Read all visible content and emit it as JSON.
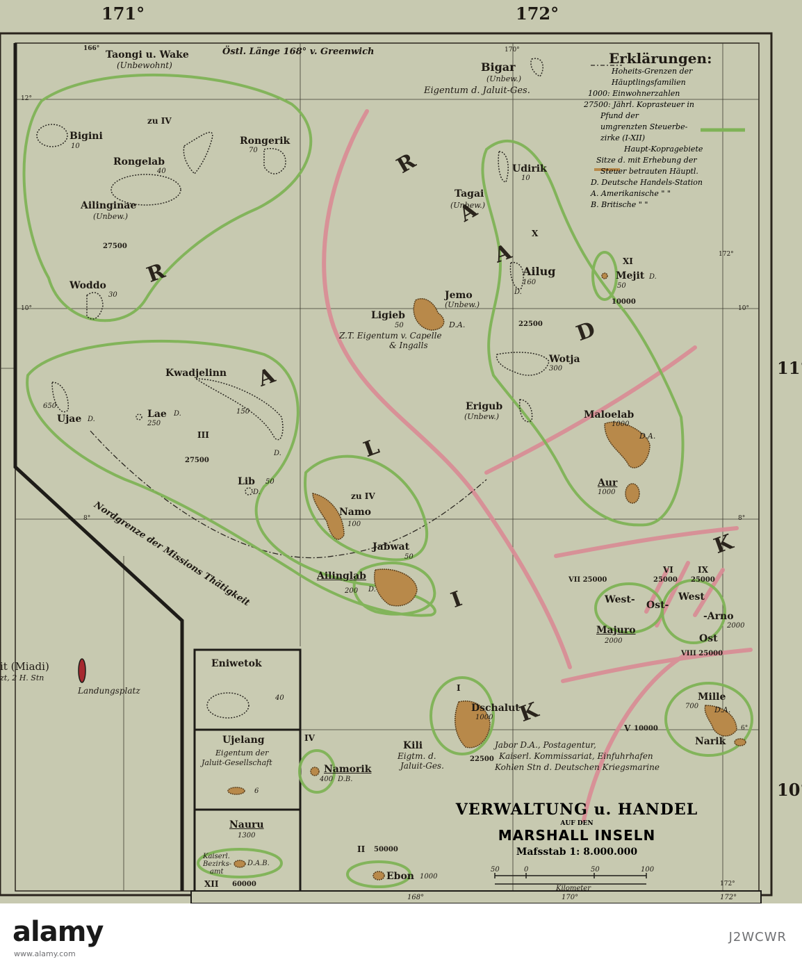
{
  "degrees": {
    "top_left": "171°",
    "top_right": "172°",
    "right_mid": "11°",
    "right_low": "10°"
  },
  "top_header": {
    "corner_lon": "166°",
    "taongi": "Taongi u. Wake",
    "taongi_note": "(Unbewohnt)",
    "ostl": "Östl. Länge 168° v. Greenwich",
    "lon170": "170°"
  },
  "lat_marks": {
    "a": "12°",
    "b": "10°",
    "c": "8°",
    "d": "10°",
    "e": "8°",
    "f": "6°",
    "g": "172°",
    "h": "172°"
  },
  "zones": {
    "r1": "R",
    "a1": "A",
    "l1": "L",
    "i1": "I",
    "k1": "K",
    "r2": "R",
    "a2": "A",
    "d2": "D",
    "a3": "A",
    "k2": "K",
    "x": "X",
    "zu4a": "zu IV",
    "zu4b": "zu IV",
    "iii": "III"
  },
  "islands": {
    "bigini": "Bigini",
    "bigini_n": "10",
    "rongelab": "Rongelab",
    "rongelab_n": "40",
    "rongerik": "Rongerik",
    "rongerik_n": "70",
    "ailinginae": "Ailinginae",
    "ailinginae_n": "(Unbew.)",
    "k27500a": "27500",
    "woddo": "Woddo",
    "woddo_n": "30",
    "bigar": "Bigar",
    "bigar_n": "(Unbew.)",
    "bigar_owner": "Eigentum d. Jaluit-Ges.",
    "udirik": "Udirik",
    "udirik_n": "10",
    "tagai": "Tagai",
    "tagai_n": "(Unbew.)",
    "ailug": "Ailug",
    "ailug_n": "160",
    "ailug_d": "D.",
    "xi": "XI",
    "mejit": "Mejit",
    "mejit_n": "50",
    "mejit_d": "D.",
    "k10000": "10000",
    "jemo": "Jemo",
    "jemo_n": "(Unbew.)",
    "ligieb": "Ligieb",
    "ligieb_n": "50",
    "ligieb_da": "D.A.",
    "ligieb_owner": "Z.T. Eigentum v. Capelle",
    "ligieb_owner2": "& Ingalls",
    "k22500a": "22500",
    "wotja": "Wotja",
    "wotja_n": "300",
    "kwadjelinn": "Kwadjelinn",
    "kwadjelinn_n": "150",
    "kwadjelinn_d": "D.",
    "ujae": "Ujae",
    "ujae_n": "650",
    "ujae_d": "D.",
    "lae": "Lae",
    "lae_n": "250",
    "lae_d": "D.",
    "k27500b": "27500",
    "lib": "Lib",
    "lib_n": "50",
    "lib_d": "D.",
    "erigub": "Erigub",
    "erigub_n": "(Unbew.)",
    "maloelab": "Maloelab",
    "maloelab_n": "1000",
    "maloelab_da": "D.A.",
    "aur": "Aur",
    "aur_n": "1000",
    "namo": "Namo",
    "namo_n": "100",
    "jabwat": "Jabwat",
    "jabwat_n": "50",
    "ailinglab": "Ailinglab",
    "ailinglab_n": "200",
    "ailinglab_d": "D.",
    "mission_line": "Nordgrenze der Missions Thätigkeit",
    "vii": "VII 25000",
    "vi": "VI",
    "vi_n": "25000",
    "ix": "IX",
    "ix_n": "25000",
    "west1": "West-",
    "ost1": "Ost-",
    "majuro": "Majuro",
    "majuro_n": "2000",
    "west2": "West",
    "arno": "-Arno",
    "arno_n": "2000",
    "ost2": "Ost",
    "viii": "VIII 25000",
    "miadi": "it (Miadi)",
    "miadi_sub": "zt, 2 H. Stn",
    "landungsplatz": "Landungsplatz",
    "mille": "Mille",
    "mille_n": "700",
    "mille_da": "D.A.",
    "v": "V",
    "v_n": "10000",
    "narik": "Narik",
    "i": "I",
    "dschalut": "Dschalut",
    "dschalut_n": "1000",
    "jabor": "Jabor D.A., Postagentur,",
    "jabor2": "Kaiserl. Kommissariat, Einfuhrhafen",
    "jabor3": "Kohlen Stn d. Deutschen Kriegsmarine",
    "k22500b": "22500",
    "kili": "Kili",
    "kili_owner": "Eigtm. d.",
    "kili_owner2": "Jaluit-Ges.",
    "iv": "IV",
    "namorik": "Namorik",
    "namorik_n": "400",
    "namorik_db": "D.B.",
    "ii": "II",
    "ii_n": "50000",
    "ebon": "Ebon",
    "ebon_n": "1000"
  },
  "insets": {
    "eniwetok": "Eniwetok",
    "eniwetok_n": "40",
    "ujelang": "Ujelang",
    "ujelang_owner": "Eigentum der",
    "ujelang_owner2": "Jaluit-Gesellschaft",
    "ujelang_n": "6",
    "nauru": "Nauru",
    "nauru_n": "1300",
    "nauru_kaiserl": "Kaiserl.",
    "nauru_bezirks": "Bezirks-",
    "nauru_amt": "amt",
    "nauru_dab": "D.A.B.",
    "xii": "XII",
    "xii_n": "60000"
  },
  "legend": {
    "title": "Erklärungen:",
    "lines": [
      "Hoheits-Grenzen der",
      "Häuptlingsfamilien",
      "1000: Einwohnerzahlen",
      "27500: Jährl. Koprasteuer in",
      "Pfund der",
      "umgrenzten Steuerbe-",
      "zirke (I-XII)",
      "Haupt-Kopragebiete",
      "Sitze d. mit Erhebung der",
      "Steuer betrauten Häuptl.",
      "D. Deutsche Handels-Station",
      "A. Amerikanische \"   \"",
      "B. Britische    \"   \""
    ]
  },
  "title_block": {
    "main": "VERWALTUNG u. HANDEL",
    "sub": "AUF DEN",
    "region": "MARSHALL INSELN",
    "scale": "Mafsstab 1: 8.000.000",
    "scale_ticks": [
      "50",
      "0",
      "50",
      "100"
    ],
    "scale_unit": "Kilometer"
  },
  "bottom_strip": {
    "lon168": "168°",
    "lon170": "170°",
    "lon172": "172°"
  },
  "watermark": {
    "logo": "alamy",
    "id": "J2WCWR",
    "url": "www.alamy.com"
  },
  "colors": {
    "paper": "#c7c9b0",
    "green_boundary": "#7fb356",
    "pink_boundary": "#d98b95",
    "copra_area": "#b8894a",
    "ink": "#1f1a14"
  }
}
